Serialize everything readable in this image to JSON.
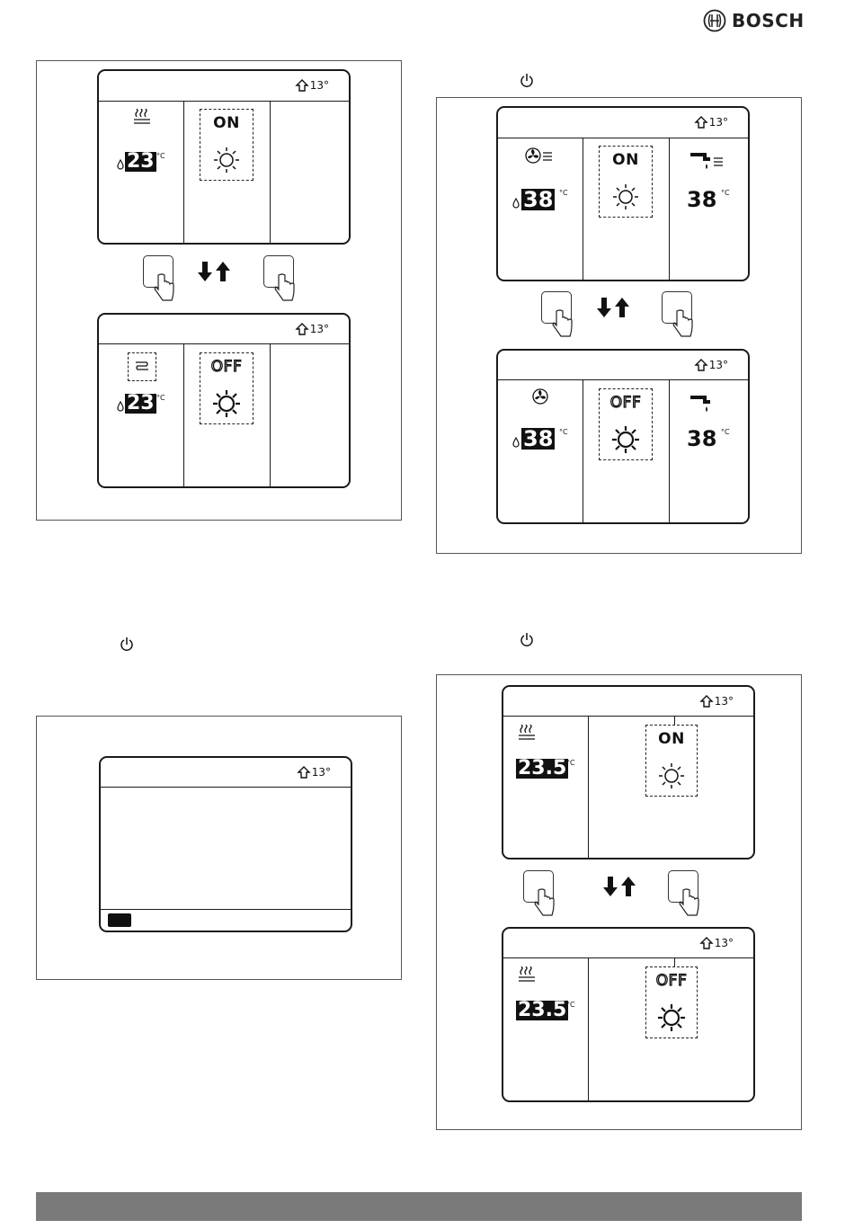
{
  "brand": {
    "name": "BOSCH"
  },
  "outdoor_temp": "13°",
  "unit_celsius": "°C",
  "icons": [
    "bosch-logo-icon",
    "home-outline-icon",
    "heating-icon",
    "water-drop-icon",
    "sun-icon",
    "fan-icon",
    "tap-icon",
    "power-icon",
    "finger-press-icon",
    "arrow-down-icon",
    "arrow-up-icon"
  ],
  "panel_a": {
    "top": {
      "status": "ON",
      "temp": "23"
    },
    "bottom": {
      "status": "OFF",
      "temp": "23"
    }
  },
  "panel_b": {
    "top": {
      "status": "ON",
      "temp_left": "38",
      "temp_right": "38"
    },
    "bottom": {
      "status": "OFF",
      "temp_left": "38",
      "temp_right": "38"
    }
  },
  "panel_d": {
    "top": {
      "status": "ON",
      "temp": "23.5"
    },
    "bottom": {
      "status": "OFF",
      "temp": "23.5"
    }
  },
  "colors": {
    "footer": "#7a7a7a",
    "lcd_border": "#1a1a1a"
  }
}
